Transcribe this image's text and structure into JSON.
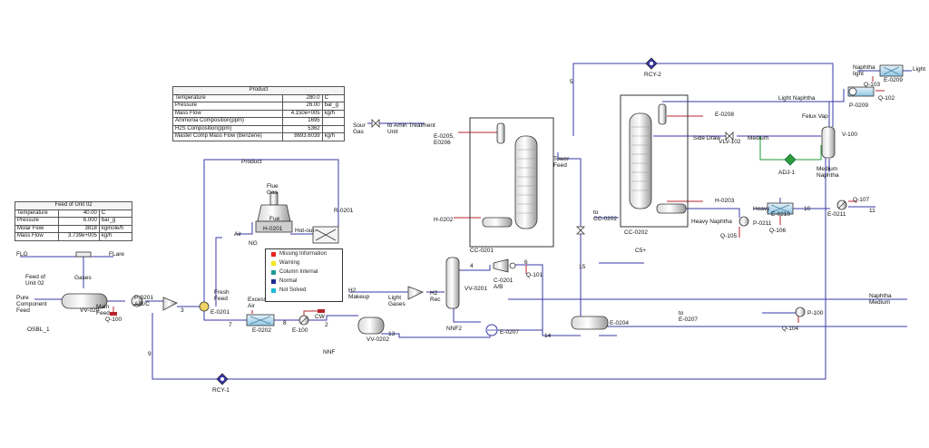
{
  "product_table": {
    "title": "Product",
    "rows": [
      {
        "label": "Temperature",
        "value": "280.0",
        "unit": "C"
      },
      {
        "label": "Pressure",
        "value": "26.00",
        "unit": "bar_g"
      },
      {
        "label": "Mass Flow",
        "value": "4.150e+005",
        "unit": "kg/h"
      },
      {
        "label": "Ammonia Composition(ppm)",
        "value": "1695",
        "unit": ""
      },
      {
        "label": "H2S Composition(ppm)",
        "value": "5362",
        "unit": ""
      },
      {
        "label": "Master Comp Mass Flow (Benzene)",
        "value": "8693.6039",
        "unit": "kg/h"
      }
    ]
  },
  "feed_table": {
    "title": "Feed of Unit 02",
    "rows": [
      {
        "label": "Temperature",
        "value": "40.00",
        "unit": "C"
      },
      {
        "label": "Pressure",
        "value": "6.000",
        "unit": "bar_g"
      },
      {
        "label": "Molar Flow",
        "value": "3818",
        "unit": "kgmole/h"
      },
      {
        "label": "Mass Flow",
        "value": "3.739e+005",
        "unit": "kg/h"
      }
    ]
  },
  "legend": {
    "items": [
      {
        "label": "Missing Information",
        "color": "#e8231f"
      },
      {
        "label": "Warning",
        "color": "#f2e51b"
      },
      {
        "label": "Column Internal",
        "color": "#1f9a8e"
      },
      {
        "label": "Normal",
        "color": "#1a2a8c"
      },
      {
        "label": "Not Solved",
        "color": "#21b9d9"
      }
    ]
  },
  "colors": {
    "stream": "#3a3aa8",
    "energy": "#b8242c",
    "control": "#1e9e3a",
    "equipment_outline": "#333333"
  },
  "labels": [
    {
      "id": "flg",
      "text": "FLG"
    },
    {
      "id": "flare",
      "text": "FLare"
    },
    {
      "id": "gases",
      "text": "Gases"
    },
    {
      "id": "feed_unit02",
      "text": "Feed of\nUnit 02"
    },
    {
      "id": "pure_comp_feed",
      "text": "Pure\nComponent\nFeed"
    },
    {
      "id": "osbl1",
      "text": "OSBL_1"
    },
    {
      "id": "vv020",
      "text": "VV-020"
    },
    {
      "id": "main_feed",
      "text": "Main\nFeed"
    },
    {
      "id": "p0201",
      "text": "P-0201\nA/B/C"
    },
    {
      "id": "q100",
      "text": "Q-100"
    },
    {
      "id": "s3",
      "text": "3"
    },
    {
      "id": "s9",
      "text": "9"
    },
    {
      "id": "rcy1",
      "text": "RCY-1"
    },
    {
      "id": "product_lbl",
      "text": "Product"
    },
    {
      "id": "fresh_feed",
      "text": "Fresh\nFeed"
    },
    {
      "id": "e0201",
      "text": "E-0201"
    },
    {
      "id": "flue_gas",
      "text": "Flue\nGas"
    },
    {
      "id": "fue",
      "text": "Fue"
    },
    {
      "id": "h0201",
      "text": "H-0201"
    },
    {
      "id": "hot_out",
      "text": "Hot-out--"
    },
    {
      "id": "air",
      "text": "Air"
    },
    {
      "id": "ng",
      "text": "NG"
    },
    {
      "id": "r0201",
      "text": "R-0201"
    },
    {
      "id": "excess_air",
      "text": "Excess\nAir"
    },
    {
      "id": "s7",
      "text": "7"
    },
    {
      "id": "e0202",
      "text": "E-0202"
    },
    {
      "id": "s8",
      "text": "8"
    },
    {
      "id": "e100",
      "text": "E-100"
    },
    {
      "id": "cw",
      "text": "CW"
    },
    {
      "id": "s2",
      "text": "2"
    },
    {
      "id": "h2_makeup",
      "text": "H2\nMakeup"
    },
    {
      "id": "light_gases",
      "text": "Light\nGases"
    },
    {
      "id": "h2_rec",
      "text": "H2\nRec"
    },
    {
      "id": "vv0201",
      "text": "VV-0201"
    },
    {
      "id": "nnf2",
      "text": "NNF2"
    },
    {
      "id": "vv0202",
      "text": "VV-0202"
    },
    {
      "id": "nnf",
      "text": "NNF"
    },
    {
      "id": "s13",
      "text": "13"
    },
    {
      "id": "s4",
      "text": "4"
    },
    {
      "id": "s6",
      "text": "6"
    },
    {
      "id": "c0201",
      "text": "C-0201\nA/B"
    },
    {
      "id": "q101",
      "text": "Q-101"
    },
    {
      "id": "sour_gas",
      "text": "Sour\nGas"
    },
    {
      "id": "to_amin",
      "text": "to Amin Treatment\nUnit"
    },
    {
      "id": "e0205",
      "text": "E-0205,\nE0206"
    },
    {
      "id": "h0202",
      "text": "H-0202"
    },
    {
      "id": "cc0201",
      "text": "CC-0201"
    },
    {
      "id": "tower_feed",
      "text": "Tower\nFeed"
    },
    {
      "id": "e0207",
      "text": "E-0207"
    },
    {
      "id": "s14",
      "text": "14"
    },
    {
      "id": "s15",
      "text": "15"
    },
    {
      "id": "e0204",
      "text": "E-0204"
    },
    {
      "id": "s5",
      "text": "5"
    },
    {
      "id": "rcy2",
      "text": "RCY-2"
    },
    {
      "id": "to_cc0202",
      "text": "to\nCC-0202"
    },
    {
      "id": "e0208",
      "text": "E-0208"
    },
    {
      "id": "side_draw",
      "text": "Side Draw"
    },
    {
      "id": "vlv102",
      "text": "VLV-102"
    },
    {
      "id": "medium",
      "text": "Medium"
    },
    {
      "id": "h0203",
      "text": "H-0203"
    },
    {
      "id": "heavy_naphtha",
      "text": "Heavy Naphtha"
    },
    {
      "id": "cc0202",
      "text": "CC-0202"
    },
    {
      "id": "cs_plus",
      "text": "C5+"
    },
    {
      "id": "to_e0207",
      "text": "to\nE-0207"
    },
    {
      "id": "naphtha_medium",
      "text": "Naphtha\nMedium"
    },
    {
      "id": "p100",
      "text": "P-100"
    },
    {
      "id": "q104",
      "text": "Q-104"
    },
    {
      "id": "light_naphtha",
      "text": "Light Naphtha"
    },
    {
      "id": "naphtha_light",
      "text": "Naphtha\nlight"
    },
    {
      "id": "e0209",
      "text": "E-0209"
    },
    {
      "id": "light",
      "text": "Light"
    },
    {
      "id": "q103",
      "text": "Q-103"
    },
    {
      "id": "p0209",
      "text": "P-0209"
    },
    {
      "id": "q102",
      "text": "Q-102"
    },
    {
      "id": "felux_vap",
      "text": "Felux Vap"
    },
    {
      "id": "v100",
      "text": "V-100"
    },
    {
      "id": "adj1",
      "text": "ADJ-1"
    },
    {
      "id": "medium_naphtha",
      "text": "Medium\nNaphtha"
    },
    {
      "id": "heavy",
      "text": "Heavy"
    },
    {
      "id": "e0210",
      "text": "E-0210"
    },
    {
      "id": "p0211",
      "text": "P-0211"
    },
    {
      "id": "q105",
      "text": "Q-105"
    },
    {
      "id": "q106",
      "text": "Q-106"
    },
    {
      "id": "s10",
      "text": "10"
    },
    {
      "id": "q107",
      "text": "Q-107"
    },
    {
      "id": "e0211",
      "text": "E-0211"
    },
    {
      "id": "s11",
      "text": "11"
    }
  ]
}
